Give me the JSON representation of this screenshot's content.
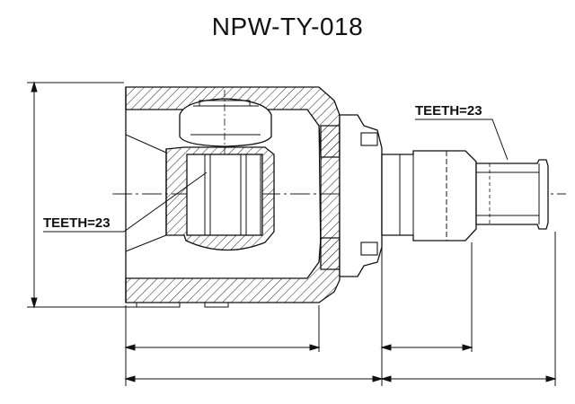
{
  "diagram": {
    "title": "NPW-TY-018",
    "inner_spline_label": "TEETH=23",
    "outer_spline_label": "TEETH=23"
  }
}
